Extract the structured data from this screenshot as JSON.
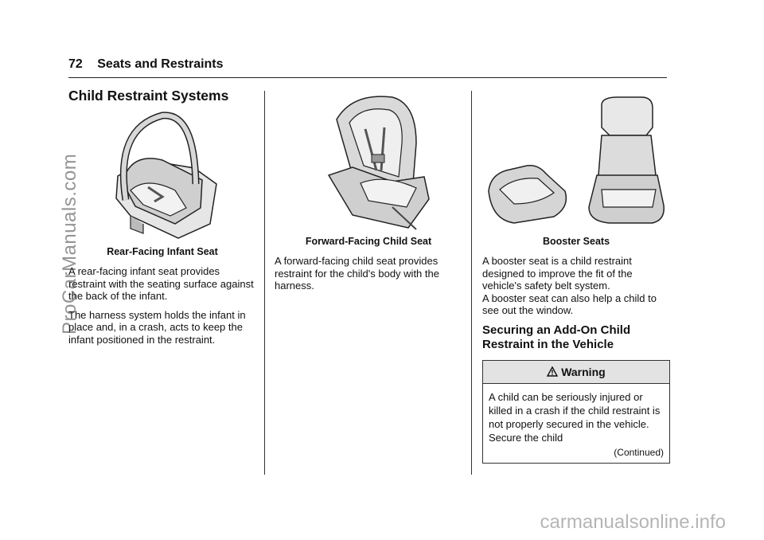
{
  "header": {
    "page_number": "72",
    "section": "Seats and Restraints"
  },
  "col1": {
    "title": "Child Restraint Systems",
    "caption": "Rear-Facing Infant Seat",
    "paragraphs": [
      "A rear-facing infant seat provides restraint with the seating surface against the back of the infant.",
      "The harness system holds the infant in place and, in a crash, acts to keep the infant positioned in the restraint."
    ]
  },
  "col2": {
    "caption": "Forward-Facing Child Seat",
    "paragraph": "A forward-facing child seat provides restraint for the child's body with the harness."
  },
  "col3": {
    "caption": "Booster Seats",
    "paragraph1": "A booster seat is a child restraint designed to improve the fit of the vehicle's safety belt system.",
    "paragraph2": "A booster seat can also help a child to see out the window.",
    "subheading": "Securing an Add-On Child Restraint in the Vehicle",
    "warning": {
      "title": "Warning",
      "icon": "warning-triangle-icon",
      "text": "A child can be seriously injured or killed in a crash if the child restraint is not properly secured in the vehicle. Secure the child",
      "continued": "(Continued)"
    }
  },
  "watermarks": {
    "side": "ProCarManuals.com",
    "bottom": "carmanualsonline.info"
  }
}
